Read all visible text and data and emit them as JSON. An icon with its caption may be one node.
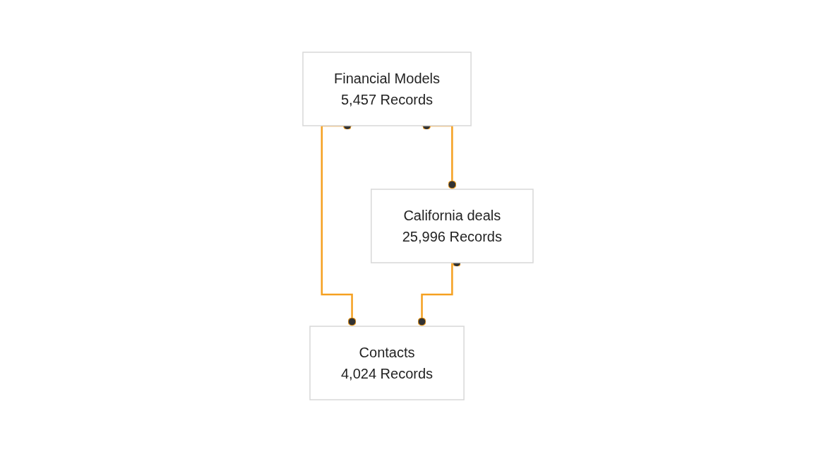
{
  "diagram": {
    "nodes": [
      {
        "text": [
          "Financial Models",
          "5,457 Records"
        ]
      },
      {
        "text": [
          "Contacts",
          "4,024 Records"
        ]
      },
      {
        "text": [
          "California deals",
          "25,996 Records"
        ]
      }
    ],
    "edges": [
      {
        "from": 0,
        "to": 1,
        "arrow": "other",
        "color": "#f5a020"
      },
      {
        "from": 0,
        "to": 2,
        "arrow": "other",
        "color": "#f5a020"
      },
      {
        "from": 2,
        "to": 1,
        "arrow": "other",
        "color": "#f5a020"
      }
    ]
  }
}
